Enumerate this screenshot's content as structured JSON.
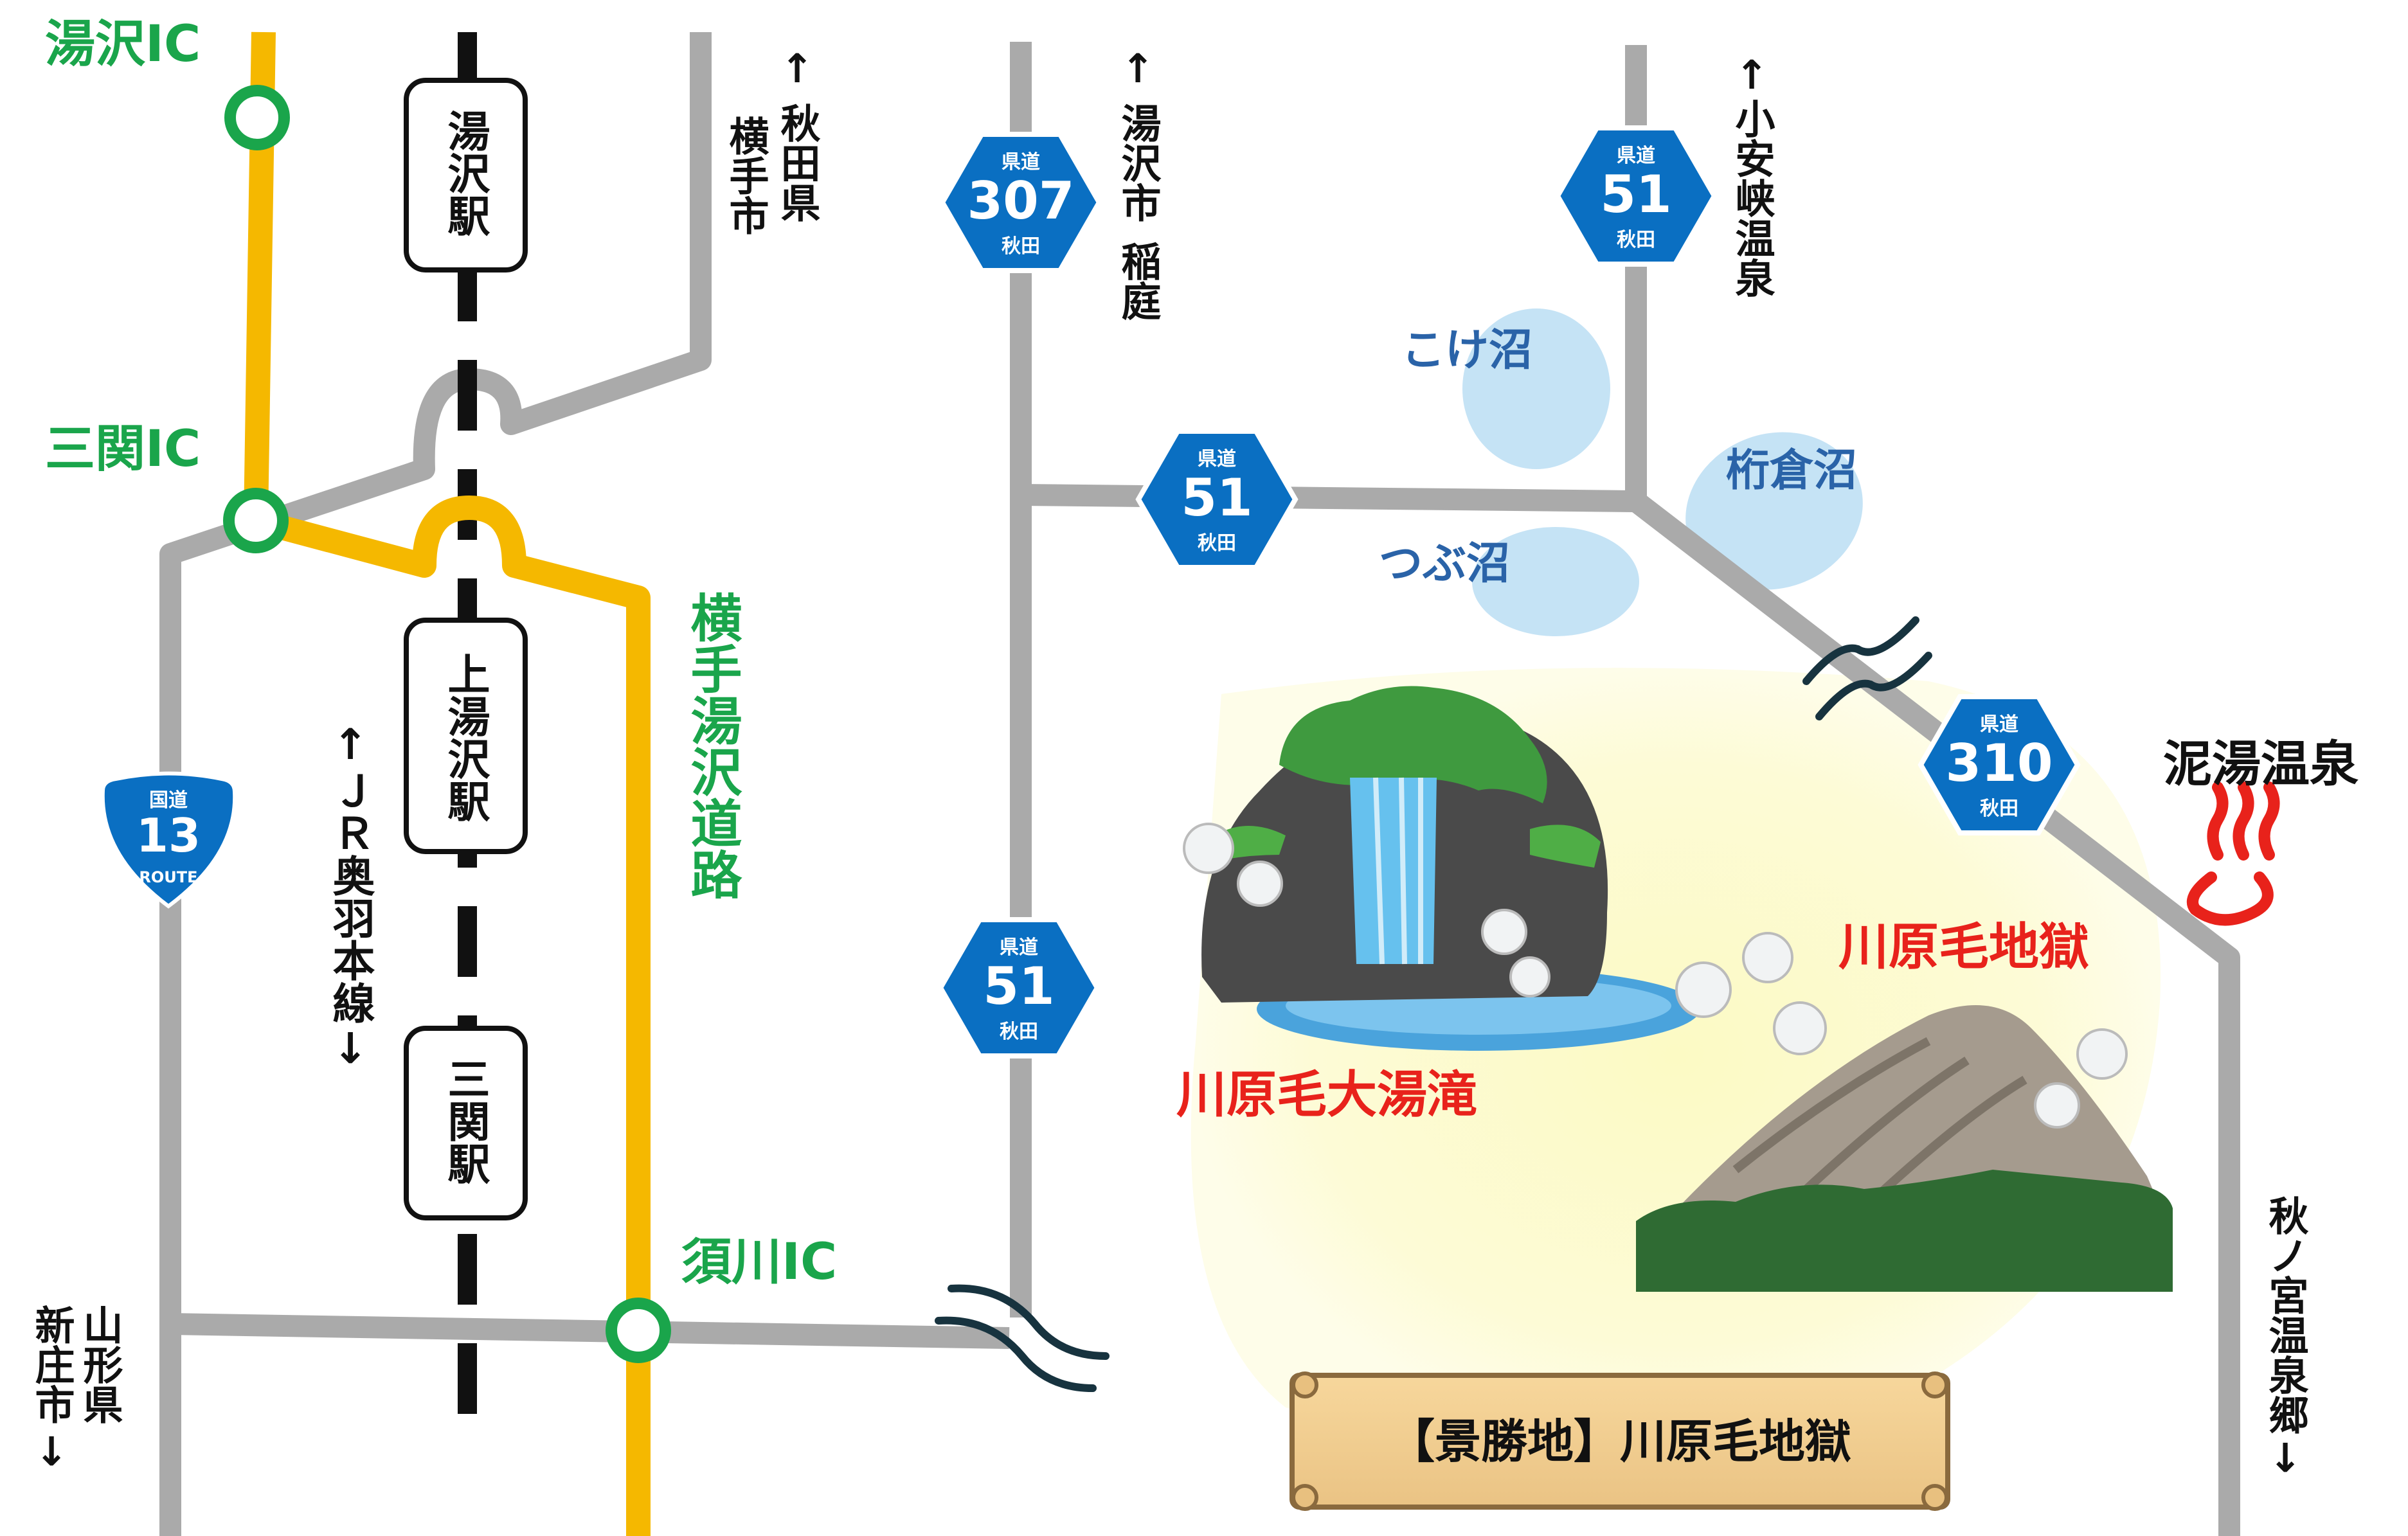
{
  "interchanges": {
    "yuzawa_ic": "湯沢IC",
    "sanseki_ic": "三関IC",
    "sugawa_ic": "須川IC"
  },
  "expressway": {
    "name": "横手湯沢道路"
  },
  "railway": {
    "line_name": "↑ＪＲ奥羽本線↓",
    "stations": [
      "湯沢駅",
      "上湯沢駅",
      "三関駅"
    ]
  },
  "directions": {
    "akita_yokote": [
      "↑",
      "秋田県",
      "横手市"
    ],
    "yuzawa_inaniwa": [
      "↑",
      "湯沢市",
      "稲庭"
    ],
    "koyasukyo": "↑小安峡温泉",
    "yamagata_shinjo": [
      "山形県",
      "新庄市",
      "↓"
    ],
    "akinomiya": "秋ノ宮温泉郷↓"
  },
  "route_signs": {
    "national": {
      "top": "国道",
      "number": "13",
      "bottom": "ROUTE"
    },
    "prefectural": [
      {
        "id": "r307",
        "top": "県道",
        "number": "307",
        "bottom": "秋田"
      },
      {
        "id": "r51a",
        "top": "県道",
        "number": "51",
        "bottom": "秋田"
      },
      {
        "id": "r51b",
        "top": "県道",
        "number": "51",
        "bottom": "秋田"
      },
      {
        "id": "r51c",
        "top": "県道",
        "number": "51",
        "bottom": "秋田"
      },
      {
        "id": "r310",
        "top": "県道",
        "number": "310",
        "bottom": "秋田"
      }
    ]
  },
  "ponds": [
    "こけ沼",
    "桁倉沼",
    "つぶ沼"
  ],
  "attractions": {
    "onsen": "泥湯温泉",
    "waterfall": "川原毛大湯滝",
    "jigoku": "川原毛地獄"
  },
  "banner": "【景勝地】川原毛地獄",
  "colors": {
    "road": "#aaaaaa",
    "expressway": "#f5b800",
    "ic": "#1aa54b",
    "sign": "#0a6fc2",
    "pond": "#c5e3f5",
    "pond_text": "#2a63a8",
    "attraction": "#e8221b",
    "highlight": "#fdfbd2"
  }
}
